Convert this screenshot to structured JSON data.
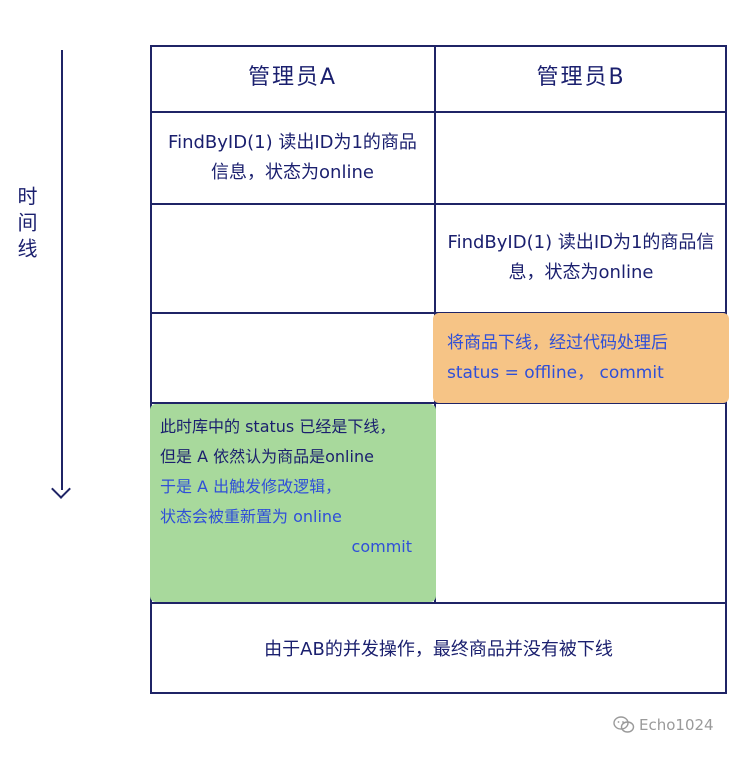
{
  "timeline": {
    "label": "时间线"
  },
  "header": {
    "admin_a": "管理员A",
    "admin_b": "管理员B"
  },
  "rows": {
    "a_read": "FindByID(1) 读出ID为1的商品信息，状态为online",
    "b_read": "FindByID(1) 读出ID为1的商品信息，状态为online",
    "b_offline_line1": "将商品下线，经过代码处理后",
    "b_offline_line2": "status = offline， commit",
    "a_note_line1": "此时库中的 status 已经是下线，",
    "a_note_line2": "但是 A 依然认为商品是online",
    "a_note_line3": "于是 A 出触发修改逻辑，",
    "a_note_line4": "状态会被重新置为 online",
    "a_note_line5": "commit"
  },
  "footer": {
    "conclusion": "由于AB的并发操作，最终商品并没有被下线"
  },
  "watermark": {
    "text": "Echo1024",
    "icon": "wechat-icon"
  },
  "colors": {
    "ink": "#1a1f6e",
    "blue_text": "#2f4fd8",
    "orange_note": "#f6c486",
    "green_note": "#a8d99c",
    "watermark": "#9a9a9a"
  }
}
